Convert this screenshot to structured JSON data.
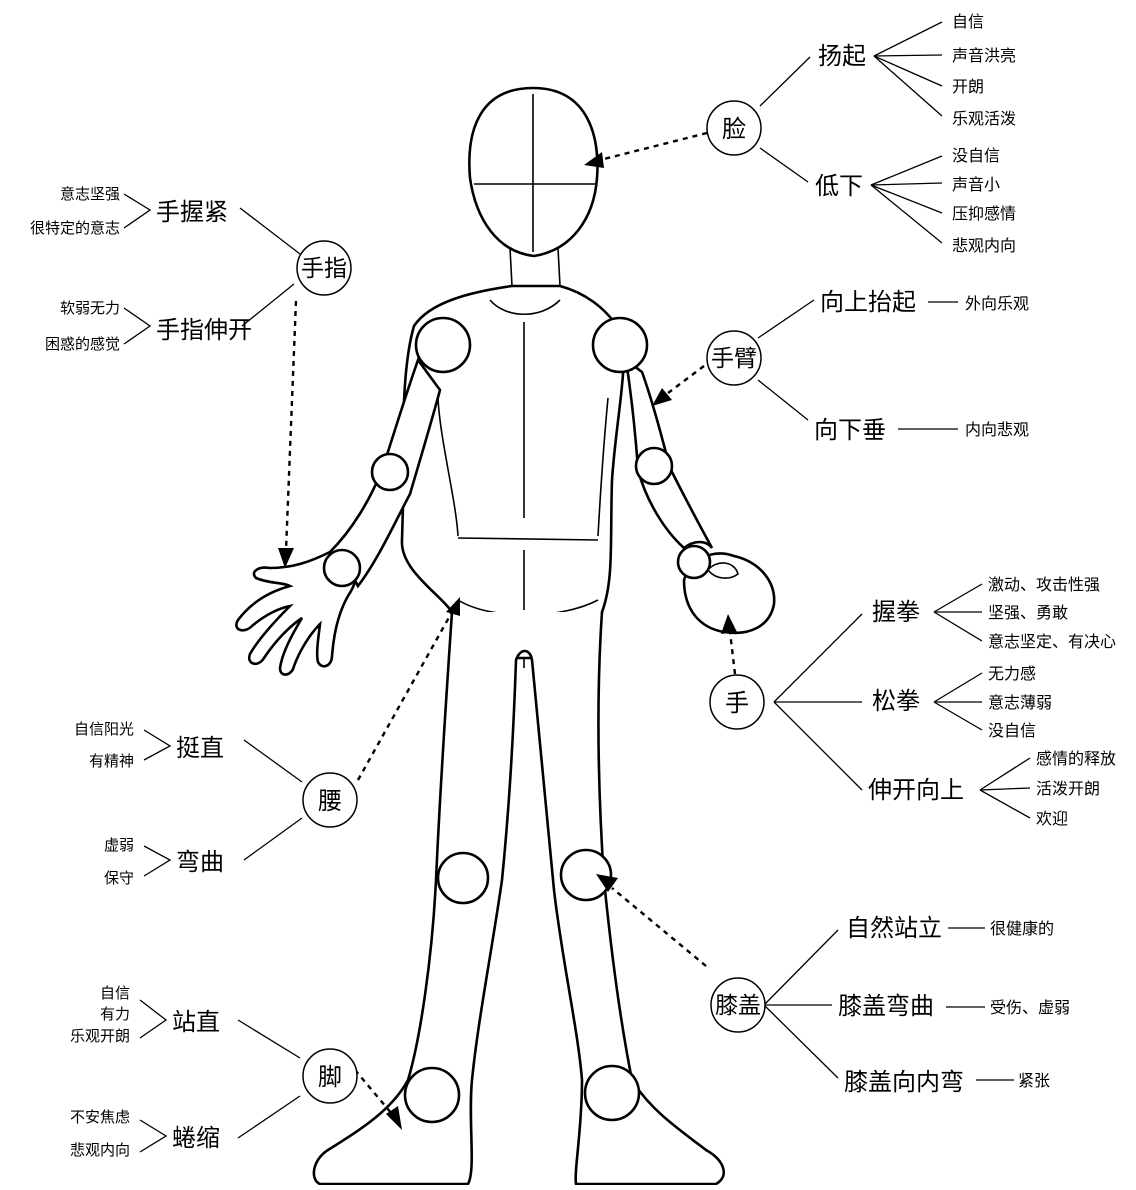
{
  "face": {
    "node": "脸",
    "up": {
      "label": "扬起",
      "items": [
        "自信",
        "声音洪亮",
        "开朗",
        "乐观活泼"
      ]
    },
    "down": {
      "label": "低下",
      "items": [
        "没自信",
        "声音小",
        "压抑感情",
        "悲观内向"
      ]
    }
  },
  "arm": {
    "node": "手臂",
    "up": {
      "label": "向上抬起",
      "result": "外向乐观"
    },
    "down": {
      "label": "向下垂",
      "result": "内向悲观"
    }
  },
  "hand": {
    "node": "手",
    "fist": {
      "label": "握拳",
      "items": [
        "激动、攻击性强",
        "坚强、勇敢",
        "意志坚定、有决心"
      ]
    },
    "loose": {
      "label": "松拳",
      "items": [
        "无力感",
        "意志薄弱",
        "没自信"
      ]
    },
    "open": {
      "label": "伸开向上",
      "items": [
        "感情的释放",
        "活泼开朗",
        "欢迎"
      ]
    }
  },
  "knee": {
    "node": "膝盖",
    "stand": {
      "label": "自然站立",
      "result": "很健康的"
    },
    "bend": {
      "label": "膝盖弯曲",
      "result": "受伤、虚弱"
    },
    "inward": {
      "label": "膝盖向内弯",
      "result": "紧张"
    }
  },
  "finger": {
    "node": "手指",
    "grip": {
      "label": "手握紧",
      "items": [
        "意志坚强",
        "很特定的意志"
      ]
    },
    "spread": {
      "label": "手指伸开",
      "items": [
        "软弱无力",
        "困惑的感觉"
      ]
    }
  },
  "waist": {
    "node": "腰",
    "straight": {
      "label": "挺直",
      "items": [
        "自信阳光",
        "有精神"
      ]
    },
    "bent": {
      "label": "弯曲",
      "items": [
        "虚弱",
        "保守"
      ]
    }
  },
  "foot": {
    "node": "脚",
    "stand": {
      "label": "站直",
      "items": [
        "自信",
        "有力",
        "乐观开朗"
      ]
    },
    "curl": {
      "label": "蜷缩",
      "items": [
        "不安焦虑",
        "悲观内向"
      ]
    }
  }
}
